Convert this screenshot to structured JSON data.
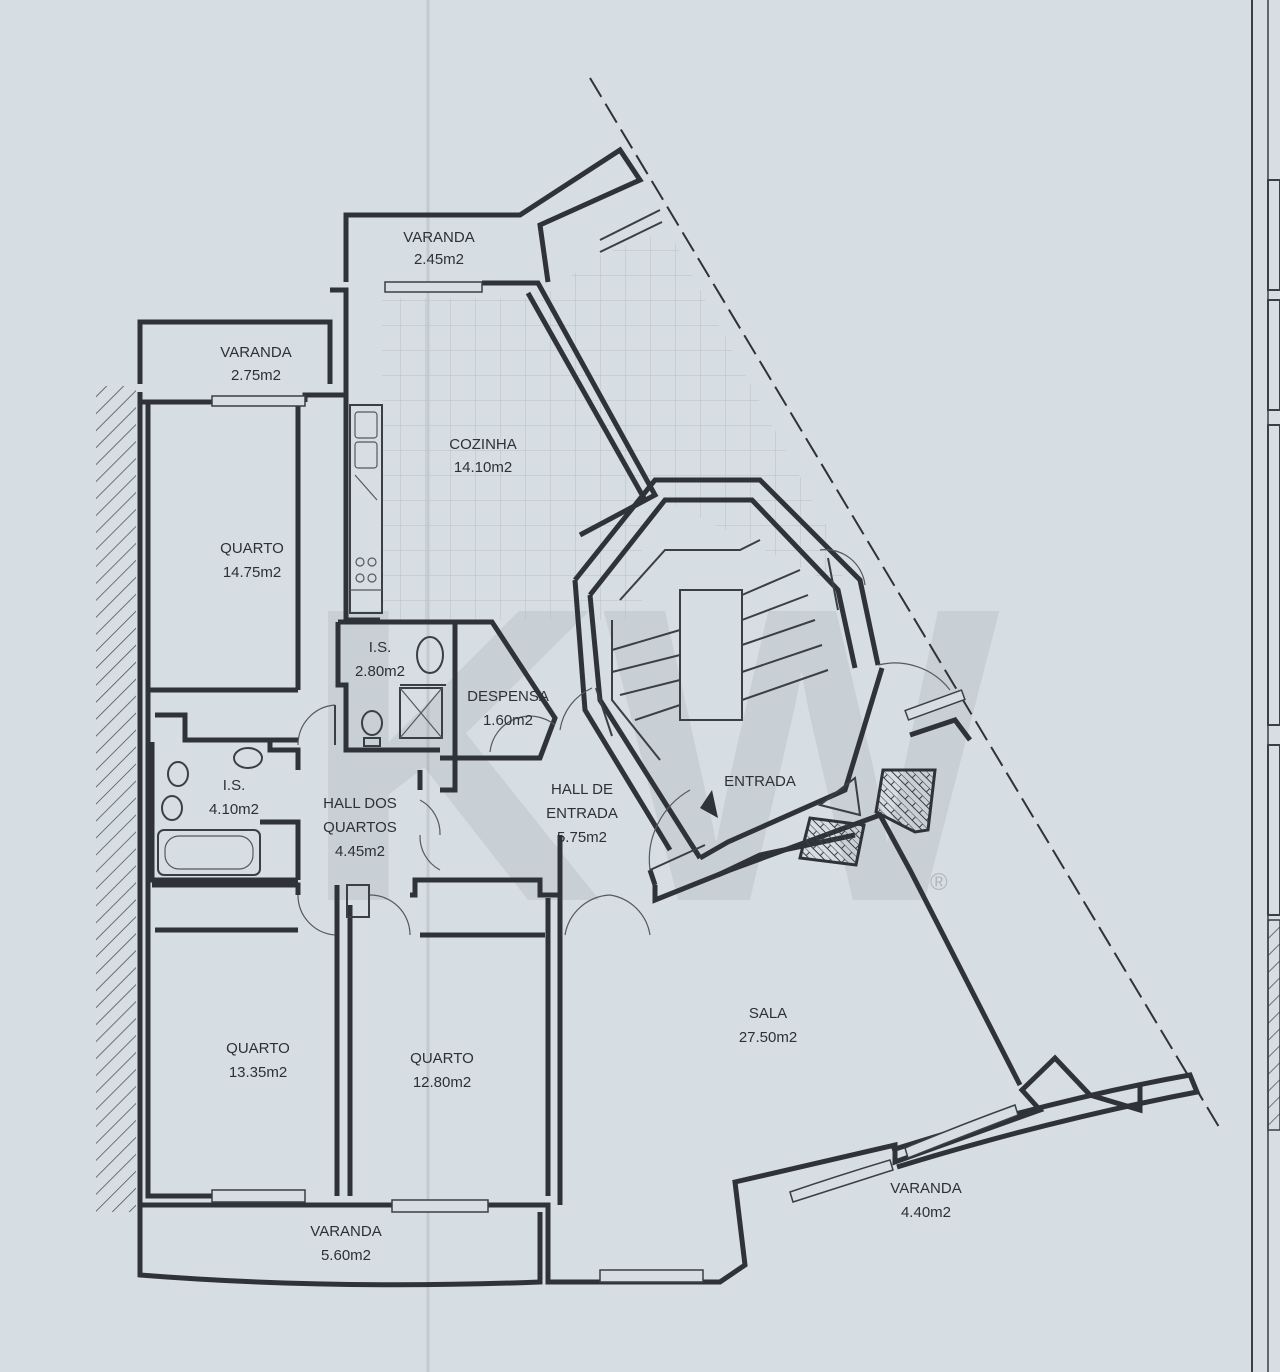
{
  "rooms": {
    "varanda_top": {
      "name": "VARANDA",
      "area": "2.45m2"
    },
    "varanda_left": {
      "name": "VARANDA",
      "area": "2.75m2"
    },
    "cozinha": {
      "name": "COZINHA",
      "area": "14.10m2"
    },
    "quarto_1": {
      "name": "QUARTO",
      "area": "14.75m2"
    },
    "is_small": {
      "name": "I.S.",
      "area": "2.80m2"
    },
    "despensa": {
      "name": "DESPENSA",
      "area": "1.60m2"
    },
    "is_large": {
      "name": "I.S.",
      "area": "4.10m2"
    },
    "hall_quartos": {
      "line1": "HALL DOS",
      "line2": "QUARTOS",
      "area": "4.45m2"
    },
    "hall_entrada": {
      "line1": "HALL DE",
      "line2": "ENTRADA",
      "area": "5.75m2"
    },
    "entrada": {
      "name": "ENTRADA"
    },
    "sala": {
      "name": "SALA",
      "area": "27.50m2"
    },
    "quarto_2": {
      "name": "QUARTO",
      "area": "13.35m2"
    },
    "quarto_3": {
      "name": "QUARTO",
      "area": "12.80m2"
    },
    "varanda_right": {
      "name": "VARANDA",
      "area": "4.40m2"
    },
    "varanda_bottom": {
      "name": "VARANDA",
      "area": "5.60m2"
    }
  },
  "watermark": {
    "text": "KW",
    "mark": "®"
  },
  "colors": {
    "paper": "#d6dde3",
    "ink": "#2f3337"
  }
}
